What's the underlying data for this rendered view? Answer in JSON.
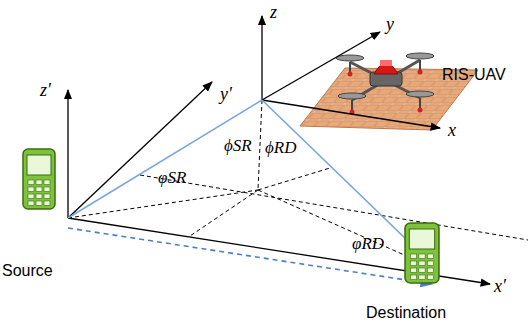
{
  "diagram": {
    "nodes": [
      {
        "text": [
          "RIS-UAV"
        ]
      },
      {
        "text": [
          "Source"
        ]
      },
      {
        "text": [
          "Destination"
        ]
      }
    ],
    "edges": [
      {
        "from": 1,
        "to": 0,
        "arrow": "none"
      },
      {
        "from": 0,
        "to": 2,
        "arrow": "none"
      },
      {
        "from": 1,
        "to": 2,
        "arrow": "to"
      }
    ],
    "labels": [
      "z",
      "y",
      "x",
      "z′",
      "y′",
      "x′",
      "ϕSR",
      "ϕRD",
      "φSR",
      "φRD"
    ]
  }
}
